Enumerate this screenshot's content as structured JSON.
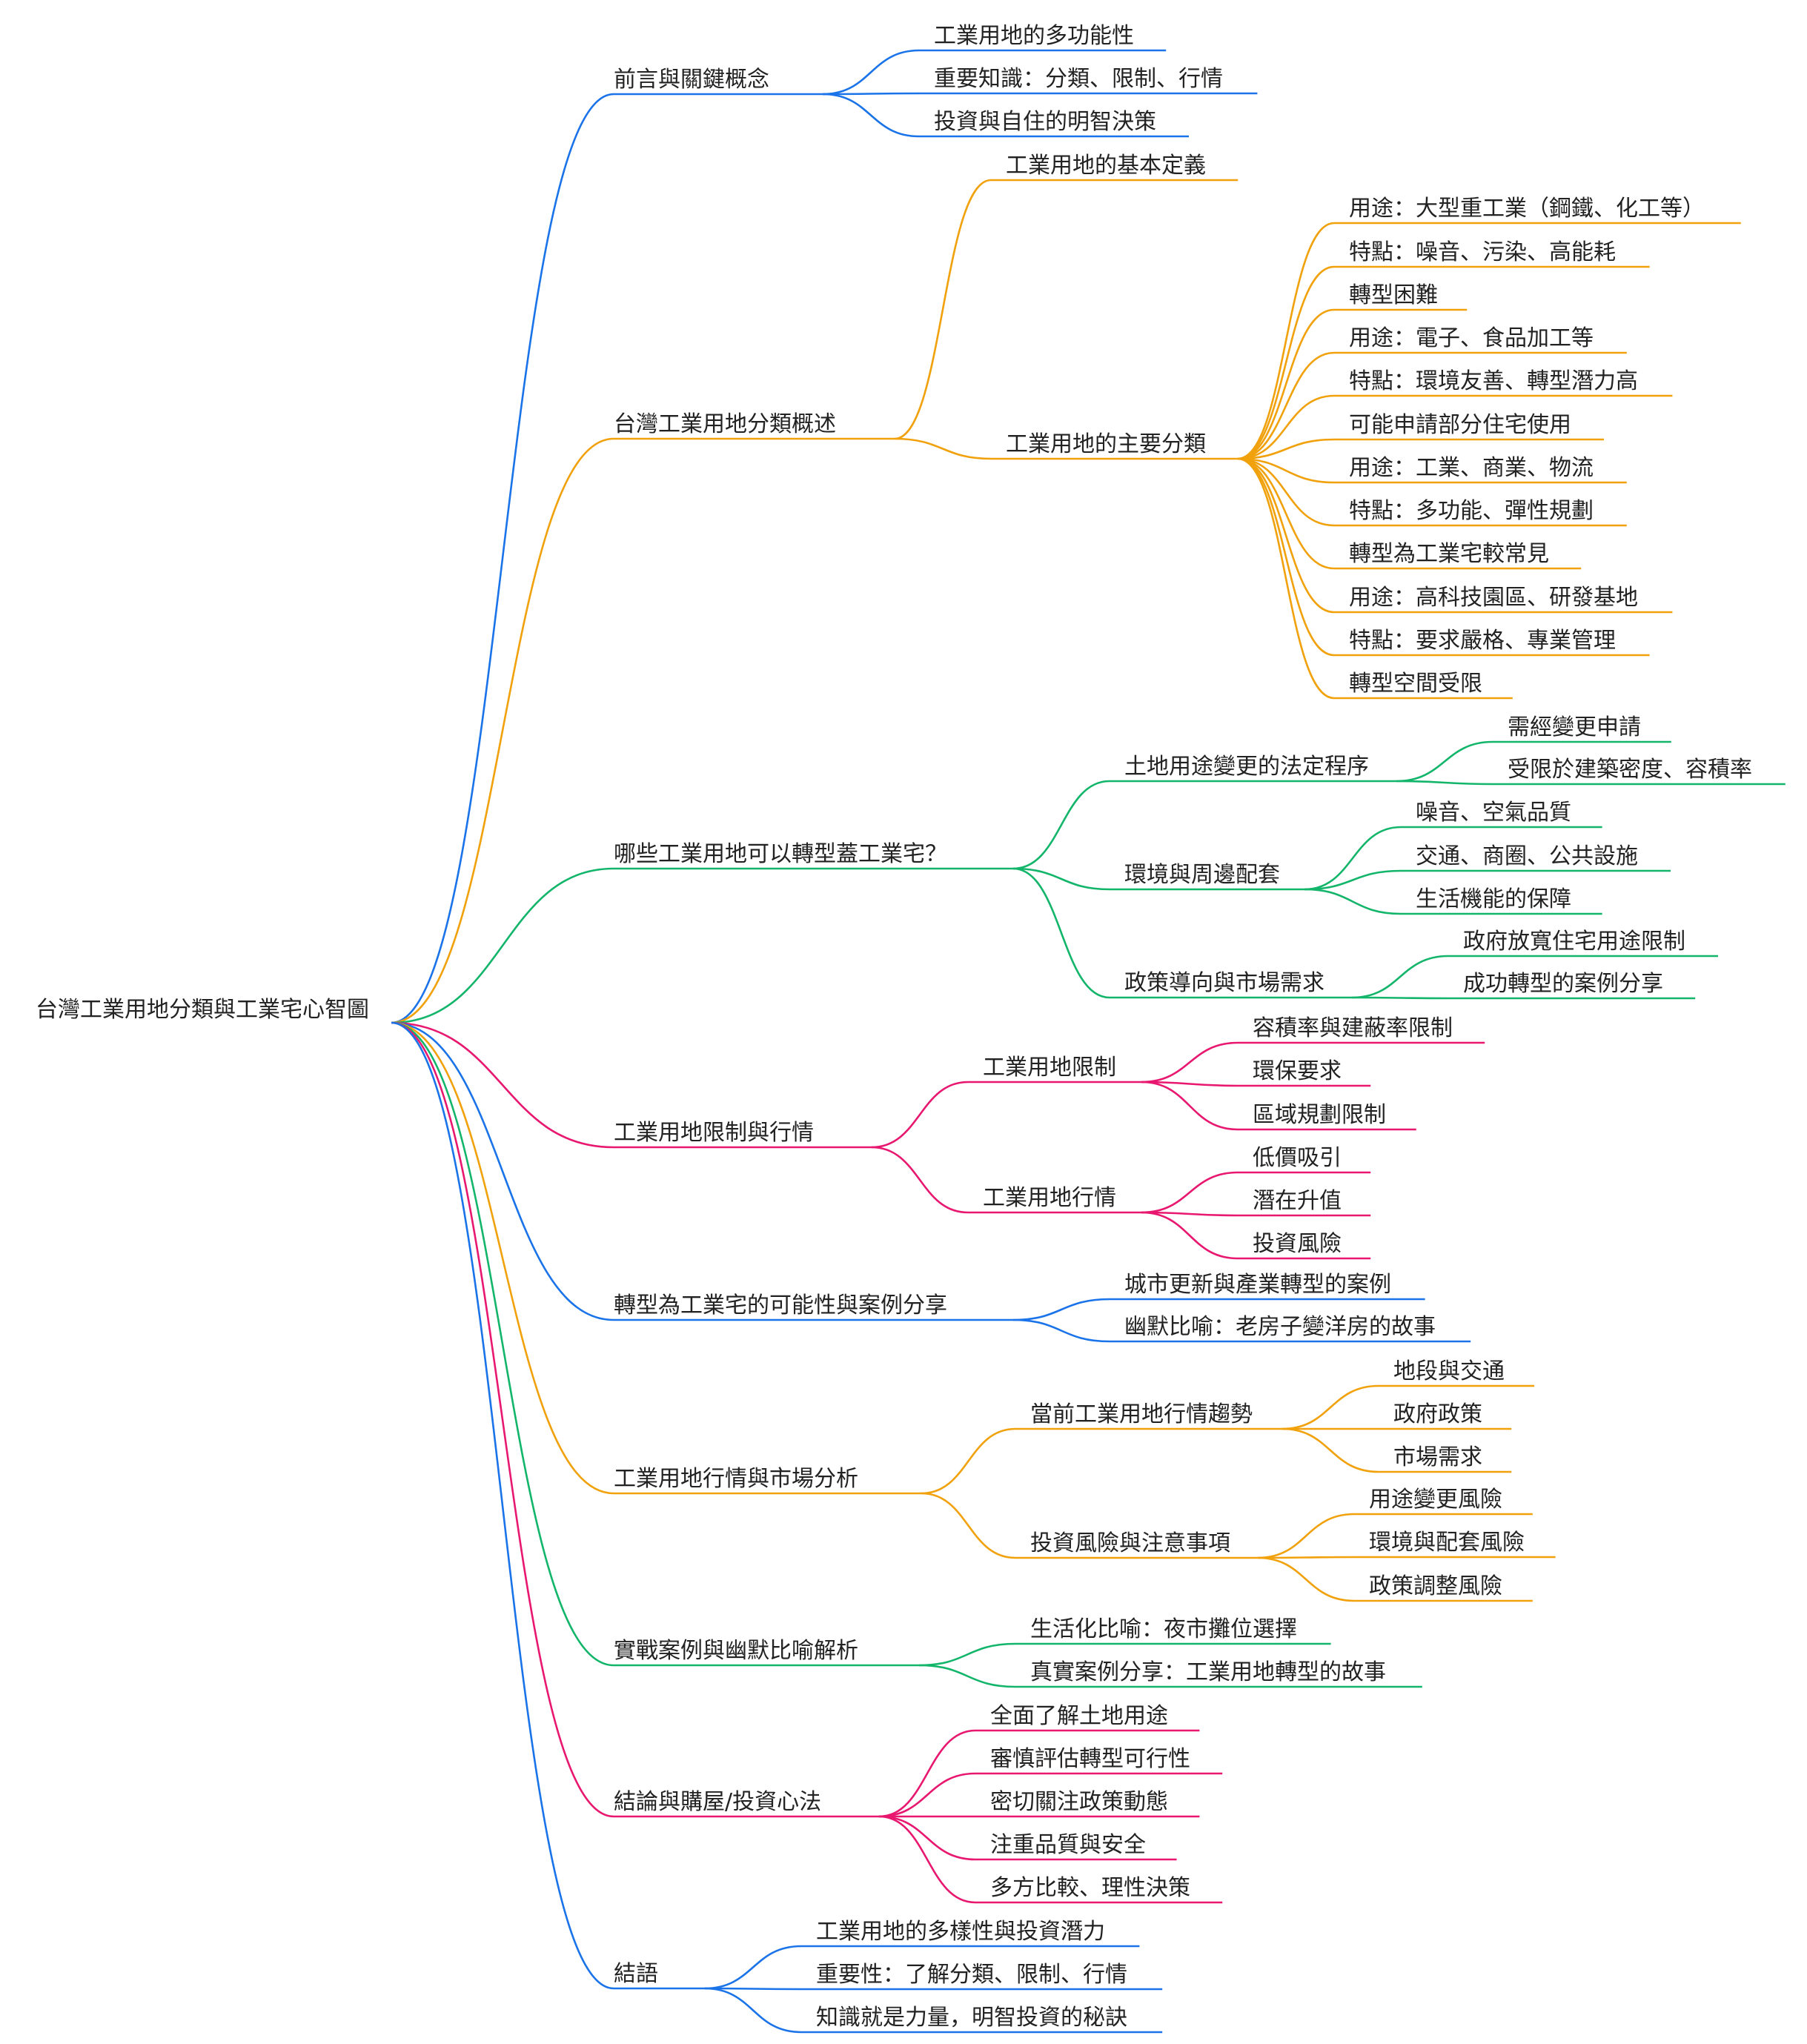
{
  "colors": {
    "blue": "#1a73e8",
    "orange": "#f0a10c",
    "green": "#12b56a",
    "pink": "#e8176f",
    "text": "#222222"
  },
  "root": {
    "label": "台灣工業用地分類與工業宅心智圖",
    "children": [
      {
        "label": "前言與關鍵概念",
        "color": "blue",
        "children": [
          {
            "label": "工業用地的多功能性"
          },
          {
            "label": "重要知識：分類、限制、行情"
          },
          {
            "label": "投資與自住的明智決策"
          }
        ]
      },
      {
        "label": "台灣工業用地分類概述",
        "color": "orange",
        "children": [
          {
            "label": "工業用地的基本定義"
          },
          {
            "label": "工業用地的主要分類",
            "children": [
              {
                "label": "用途：大型重工業（鋼鐵、化工等）"
              },
              {
                "label": "特點：噪音、污染、高能耗"
              },
              {
                "label": "轉型困難"
              },
              {
                "label": "用途：電子、食品加工等"
              },
              {
                "label": "特點：環境友善、轉型潛力高"
              },
              {
                "label": "可能申請部分住宅使用"
              },
              {
                "label": "用途：工業、商業、物流"
              },
              {
                "label": "特點：多功能、彈性規劃"
              },
              {
                "label": "轉型為工業宅較常見"
              },
              {
                "label": "用途：高科技園區、研發基地"
              },
              {
                "label": "特點：要求嚴格、專業管理"
              },
              {
                "label": "轉型空間受限"
              }
            ]
          }
        ]
      },
      {
        "label": "哪些工業用地可以轉型蓋工業宅？",
        "color": "green",
        "children": [
          {
            "label": "土地用途變更的法定程序",
            "children": [
              {
                "label": "需經變更申請"
              },
              {
                "label": "受限於建築密度、容積率"
              }
            ]
          },
          {
            "label": "環境與周邊配套",
            "children": [
              {
                "label": "噪音、空氣品質"
              },
              {
                "label": "交通、商圈、公共設施"
              },
              {
                "label": "生活機能的保障"
              }
            ]
          },
          {
            "label": "政策導向與市場需求",
            "children": [
              {
                "label": "政府放寬住宅用途限制"
              },
              {
                "label": "成功轉型的案例分享"
              }
            ]
          }
        ]
      },
      {
        "label": "工業用地限制與行情",
        "color": "pink",
        "children": [
          {
            "label": "工業用地限制",
            "children": [
              {
                "label": "容積率與建蔽率限制"
              },
              {
                "label": "環保要求"
              },
              {
                "label": "區域規劃限制"
              }
            ]
          },
          {
            "label": "工業用地行情",
            "children": [
              {
                "label": "低價吸引"
              },
              {
                "label": "潛在升值"
              },
              {
                "label": "投資風險"
              }
            ]
          }
        ]
      },
      {
        "label": "轉型為工業宅的可能性與案例分享",
        "color": "blue",
        "children": [
          {
            "label": "城市更新與產業轉型的案例"
          },
          {
            "label": "幽默比喻：老房子變洋房的故事"
          }
        ]
      },
      {
        "label": "工業用地行情與市場分析",
        "color": "orange",
        "children": [
          {
            "label": "當前工業用地行情趨勢",
            "children": [
              {
                "label": "地段與交通"
              },
              {
                "label": "政府政策"
              },
              {
                "label": "市場需求"
              }
            ]
          },
          {
            "label": "投資風險與注意事項",
            "children": [
              {
                "label": "用途變更風險"
              },
              {
                "label": "環境與配套風險"
              },
              {
                "label": "政策調整風險"
              }
            ]
          }
        ]
      },
      {
        "label": "實戰案例與幽默比喻解析",
        "color": "green",
        "children": [
          {
            "label": "生活化比喻：夜市攤位選擇"
          },
          {
            "label": "真實案例分享：工業用地轉型的故事"
          }
        ]
      },
      {
        "label": "結論與購屋/投資心法",
        "color": "pink",
        "children": [
          {
            "label": "全面了解土地用途"
          },
          {
            "label": "審慎評估轉型可行性"
          },
          {
            "label": "密切關注政策動態"
          },
          {
            "label": "注重品質與安全"
          },
          {
            "label": "多方比較、理性決策"
          }
        ]
      },
      {
        "label": "結語",
        "color": "blue",
        "children": [
          {
            "label": "工業用地的多樣性與投資潛力"
          },
          {
            "label": "重要性：了解分類、限制、行情"
          },
          {
            "label": "知識就是力量，明智投資的秘訣"
          }
        ]
      }
    ]
  }
}
